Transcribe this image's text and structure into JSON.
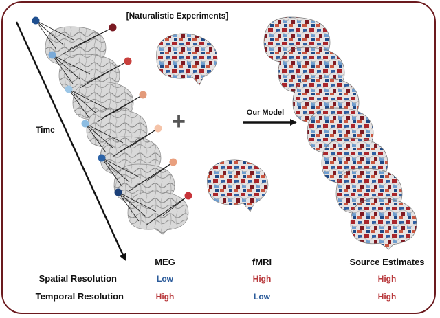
{
  "header": "[Naturalistic Experiments]",
  "time_label": "Time",
  "model_label": "Our Model",
  "plus_symbol": "+",
  "columns": {
    "meg": "MEG",
    "fmri": "fMRI",
    "source": "Source Estimates"
  },
  "rows": {
    "spatial": {
      "label": "Spatial Resolution",
      "meg": "Low",
      "fmri": "High",
      "source": "High"
    },
    "temporal": {
      "label": "Temporal Resolution",
      "meg": "High",
      "fmri": "Low",
      "source": "High"
    }
  },
  "colors": {
    "frame": "#6b1a1e",
    "low": "#2b5b9a",
    "high": "#b8383b"
  },
  "icons": {
    "plus": "plus-icon",
    "arrow": "arrow-right-icon",
    "time_axis": "time-arrow-icon"
  }
}
